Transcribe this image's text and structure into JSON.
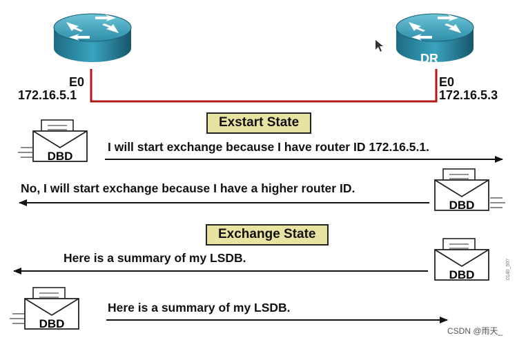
{
  "router_left": {
    "interface": "E0",
    "ip": "172.16.5.1"
  },
  "router_right": {
    "role": "DR",
    "interface": "E0",
    "ip": "172.16.5.3"
  },
  "states": {
    "exstart": "Exstart State",
    "exchange": "Exchange State"
  },
  "packet_label": "DBD",
  "messages": [
    "I will start exchange because I have router ID 172.16.5.1.",
    "No, I will start exchange because I have a higher router ID.",
    "Here is a summary of my LSDB.",
    "Here is a summary of my LSDB."
  ],
  "figure_code": "0140_507",
  "watermark": "CSDN @雨天_",
  "colors": {
    "link": "#b01818",
    "router_top": "#3fa0b8",
    "router_side": "#1f6f87",
    "state_box": "#e8e3a0"
  }
}
